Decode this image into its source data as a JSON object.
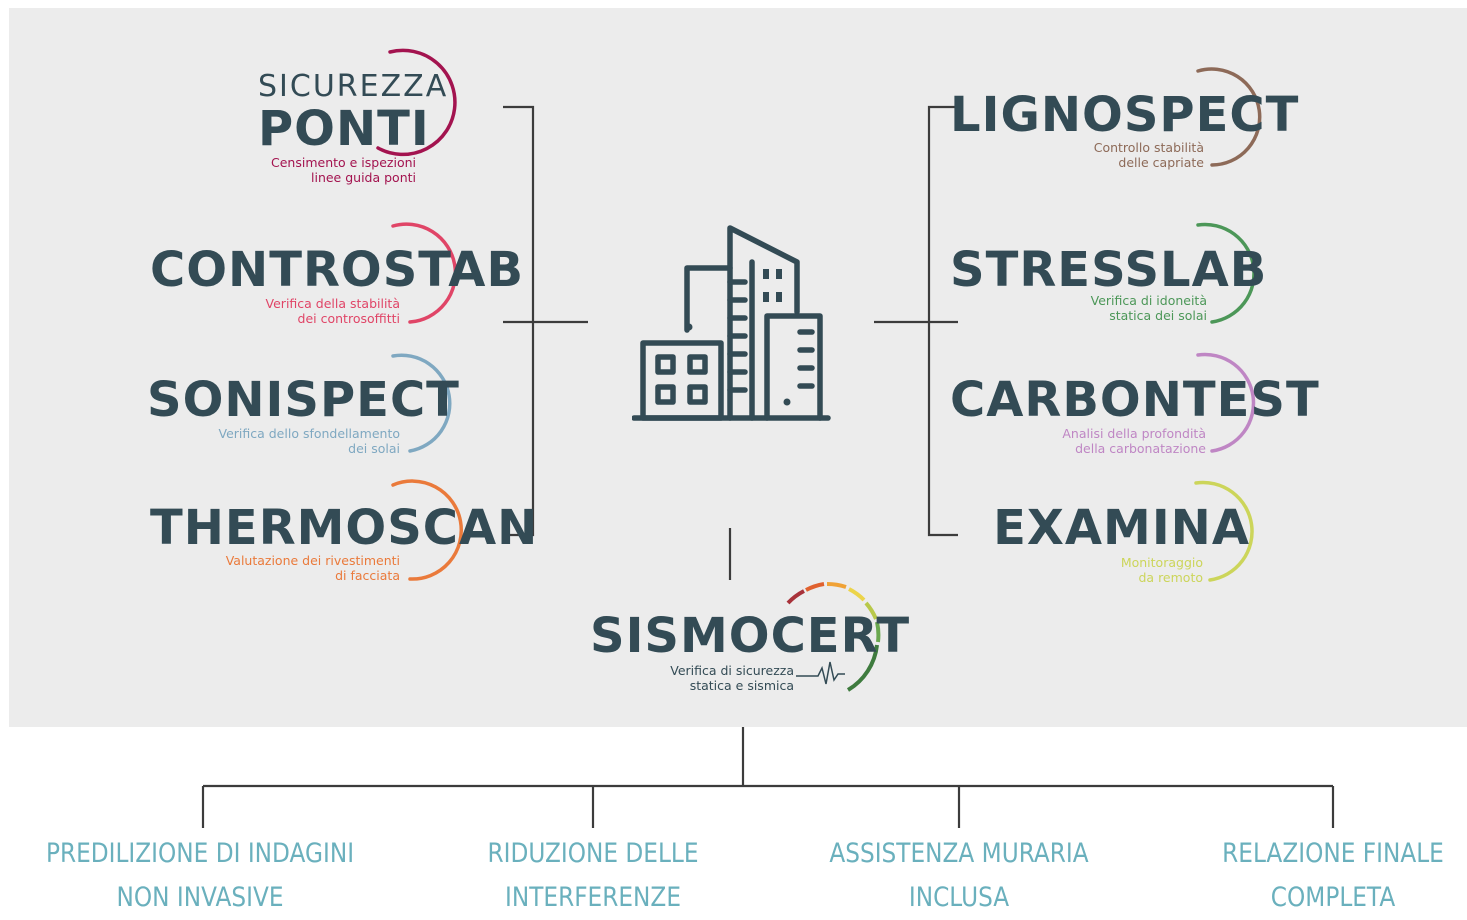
{
  "products": {
    "sicurezza_ponti": {
      "title_top": "SICUREZZA",
      "title_main": "PONTI",
      "sub1": "Censimento e ispezioni",
      "sub2": "linee guida ponti",
      "color": "#a3134f"
    },
    "controstab": {
      "title": "CONTROSTAB",
      "sub1": "Verifica della stabilità",
      "sub2": "dei controsoffitti",
      "color": "#e04567"
    },
    "sonispect": {
      "title": "SONISPECT",
      "sub1": "Verifica dello sfondellamento",
      "sub2": "dei solai",
      "color": "#7fa8c1"
    },
    "thermoscan": {
      "title": "THERMOSCAN",
      "sub1": "Valutazione dei rivestimenti",
      "sub2": "di facciata",
      "color": "#ea7a3b"
    },
    "lignospect": {
      "title": "LIGNOSPECT",
      "sub1": "Controllo stabilità",
      "sub2": "delle capriate",
      "color": "#8d6a58"
    },
    "stresslab": {
      "title": "STRESSLAB",
      "sub1": "Verifica di idoneità",
      "sub2": "statica dei solai",
      "color": "#4c9758"
    },
    "carbontest": {
      "title": "CARBONTEST",
      "sub1": "Analisi della profondità",
      "sub2": "della carbonatazione",
      "color": "#bf86c4"
    },
    "examina": {
      "title": "EXAMINA",
      "sub1": "Monitoraggio",
      "sub2": "da remoto",
      "color": "#ccd55a"
    },
    "sismocert": {
      "title": "SISMOCERT",
      "sub1": "Verifica di sicurezza",
      "sub2": "statica e sismica",
      "gauge_colors": [
        "#a8323a",
        "#e0612f",
        "#f0a236",
        "#ecd44a",
        "#b8c84a",
        "#6aa84f",
        "#3e7b3e"
      ]
    }
  },
  "benefits": [
    {
      "line1": "PREDILIZIONE DI INDAGINI",
      "line2": "NON INVASIVE"
    },
    {
      "line1": "RIDUZIONE DELLE",
      "line2": "INTERFERENZE"
    },
    {
      "line1": "ASSISTENZA MURARIA",
      "line2": "INCLUSA"
    },
    {
      "line1": "RELAZIONE FINALE",
      "line2": "COMPLETA"
    }
  ],
  "colors": {
    "text_dark": "#334b55",
    "benefit_text": "#6ab0bd",
    "line": "#3c3c3c",
    "panel_bg": "#ececec"
  },
  "icons": {
    "center": "building-icon"
  }
}
